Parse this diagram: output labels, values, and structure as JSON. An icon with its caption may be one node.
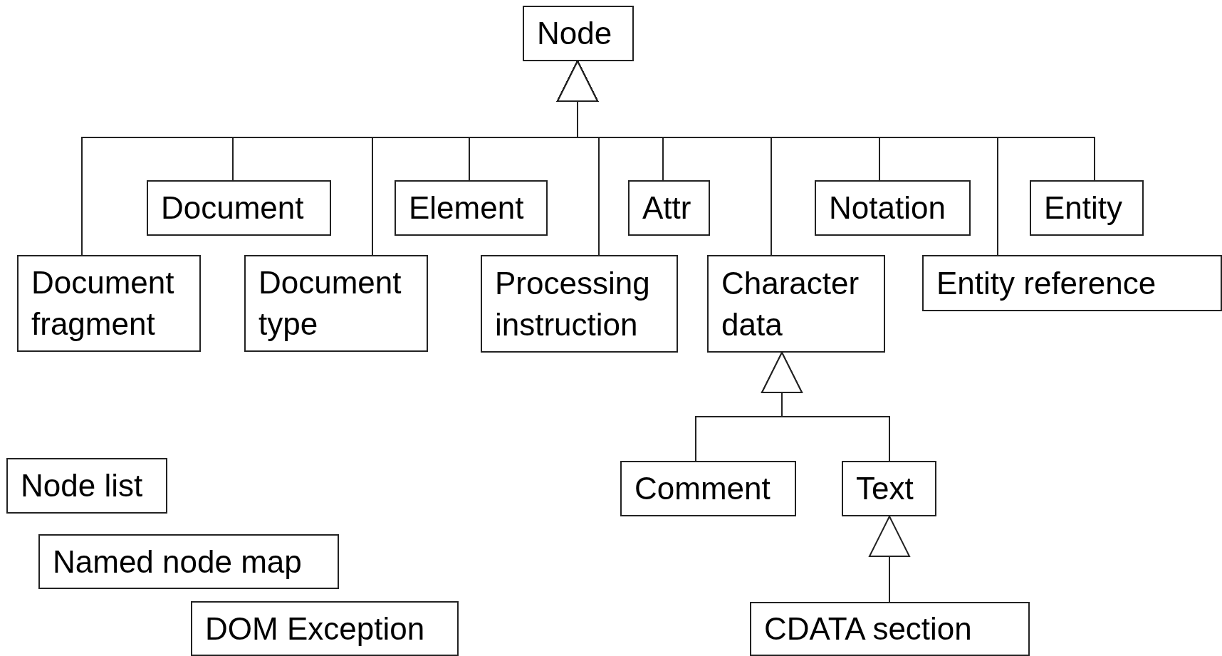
{
  "diagram": {
    "nodes": [
      {
        "text": [
          "Node"
        ]
      },
      {
        "text": [
          "Document"
        ]
      },
      {
        "text": [
          "Element"
        ]
      },
      {
        "text": [
          "Attr"
        ]
      },
      {
        "text": [
          "Notation"
        ]
      },
      {
        "text": [
          "Entity"
        ]
      },
      {
        "text": [
          "Document fragment"
        ]
      },
      {
        "text": [
          "Document type"
        ]
      },
      {
        "text": [
          "Processing instruction"
        ]
      },
      {
        "text": [
          "Character data"
        ]
      },
      {
        "text": [
          "Entity reference"
        ]
      },
      {
        "text": [
          "Comment"
        ]
      },
      {
        "text": [
          "Text"
        ]
      },
      {
        "text": [
          "CDATA section"
        ]
      },
      {
        "text": [
          "Node list"
        ]
      },
      {
        "text": [
          "Named node map"
        ]
      },
      {
        "text": [
          "DOM Exception"
        ]
      }
    ],
    "edges": [
      {
        "from": 6,
        "to": 0,
        "arrow": "to"
      },
      {
        "from": 1,
        "to": 0,
        "arrow": "to"
      },
      {
        "from": 7,
        "to": 0,
        "arrow": "to"
      },
      {
        "from": 2,
        "to": 0,
        "arrow": "to"
      },
      {
        "from": 8,
        "to": 0,
        "arrow": "to"
      },
      {
        "from": 3,
        "to": 0,
        "arrow": "to"
      },
      {
        "from": 9,
        "to": 0,
        "arrow": "to"
      },
      {
        "from": 4,
        "to": 0,
        "arrow": "to"
      },
      {
        "from": 10,
        "to": 0,
        "arrow": "to"
      },
      {
        "from": 5,
        "to": 0,
        "arrow": "to"
      },
      {
        "from": 11,
        "to": 9,
        "arrow": "to"
      },
      {
        "from": 12,
        "to": 9,
        "arrow": "to"
      },
      {
        "from": 13,
        "to": 12,
        "arrow": "to"
      }
    ]
  }
}
